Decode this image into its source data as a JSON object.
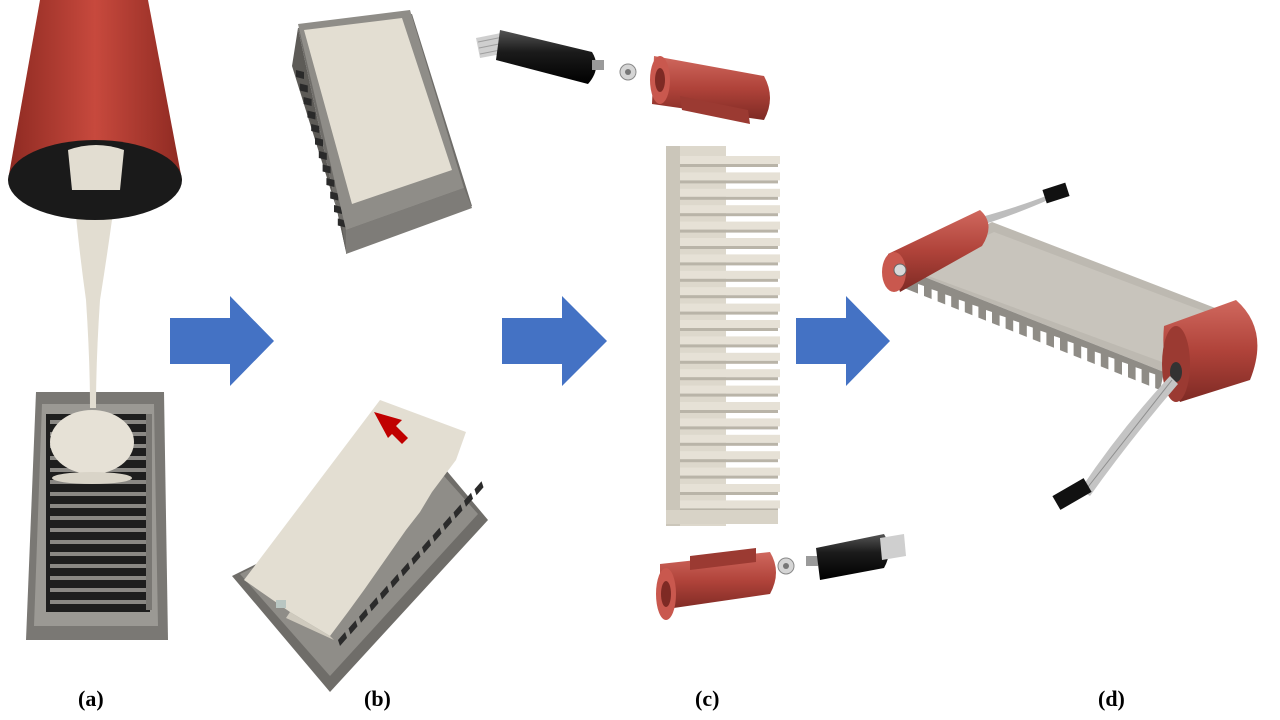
{
  "panels": [
    {
      "id": "a",
      "label": "(a)"
    },
    {
      "id": "b",
      "label": "(b)"
    },
    {
      "id": "c",
      "label": "(c)"
    },
    {
      "id": "d",
      "label": "(d)"
    }
  ],
  "colors": {
    "arrow": "#4472c4",
    "silicone": "#e2ddd1",
    "mold_gray": "#8f8d88",
    "mold_dark": "#2a2a2a",
    "roller_red": "#b5473f",
    "motor_black": "#1e1e1e",
    "peel_arrow": "#c00000"
  },
  "icons": [
    "process-arrow-icon",
    "peel-direction-arrow-icon"
  ]
}
